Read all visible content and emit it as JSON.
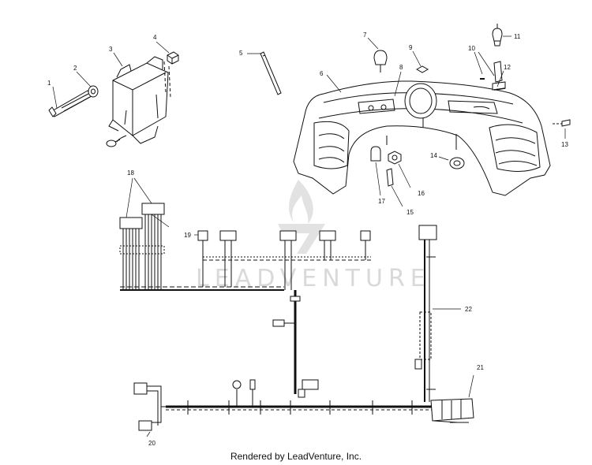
{
  "callouts": [
    "1",
    "2",
    "3",
    "4",
    "5",
    "6",
    "7",
    "8",
    "9",
    "10",
    "11",
    "12",
    "13",
    "14",
    "15",
    "16",
    "17",
    "18",
    "19",
    "20",
    "21",
    "22"
  ],
  "watermark": {
    "brand": "LEADVENTURE",
    "logo": "leadventure-flame-logo"
  },
  "footer": {
    "text": "Rendered by LeadVenture, Inc."
  },
  "colors": {
    "ink": "#111111",
    "watermark": "#d9d9d9",
    "background": "#ffffff"
  }
}
